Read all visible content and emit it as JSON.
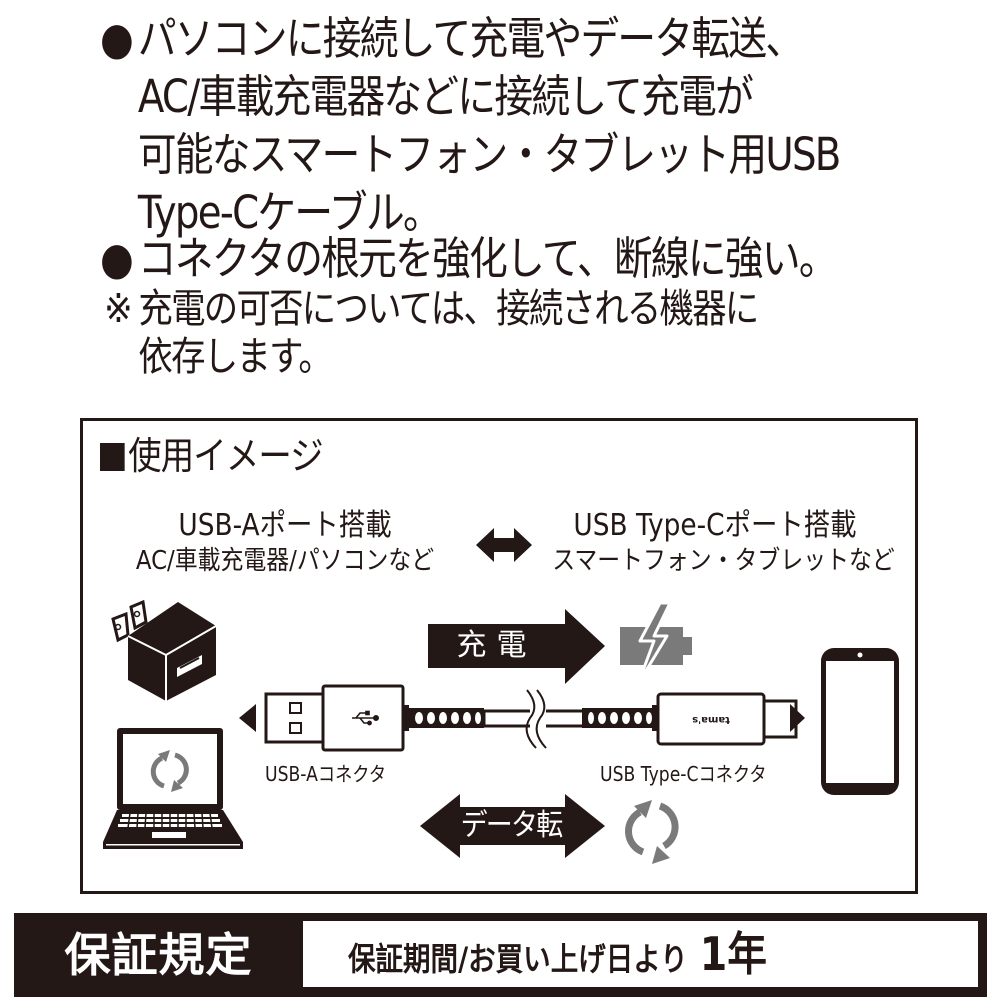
{
  "features": [
    {
      "marker": "●",
      "lines": [
        "パソコンに接続して充電やデータ転送、",
        "AC/車載充電器などに接続して充電が",
        "可能なスマートフォン・タブレット用USB",
        "Type-Cケーブル。"
      ]
    },
    {
      "marker": "●",
      "lines": [
        "コネクタの根元を強化して、断線に強い。"
      ]
    }
  ],
  "note": {
    "marker": "※",
    "lines": [
      "充電の可否については、接続される機器に",
      "依存します。"
    ]
  },
  "usage": {
    "title": "使用イメージ",
    "left_port": {
      "line1": "USB-Aポート搭載",
      "line2": "AC/車載充電器/パソコンなど"
    },
    "right_port": {
      "line1": "USB Type-Cポート搭載",
      "line2": "スマートフォン・タブレットなど"
    },
    "charge_label": "充電",
    "data_label": "データ転送",
    "usb_a_label": "USB-Aコネクタ",
    "usb_c_label": "USB Type-Cコネクタ",
    "brand_on_connector": "tama's",
    "icons": [
      "ac-charger-icon",
      "laptop-icon",
      "sync-icon",
      "battery-charging-icon",
      "smartphone-icon",
      "usb-symbol-icon"
    ],
    "accent_gray": "#7a7a7a",
    "ink": "#231815"
  },
  "warranty": {
    "title": "保証規定",
    "text": "保証期間/お買い上げ日より",
    "period": "1年"
  }
}
